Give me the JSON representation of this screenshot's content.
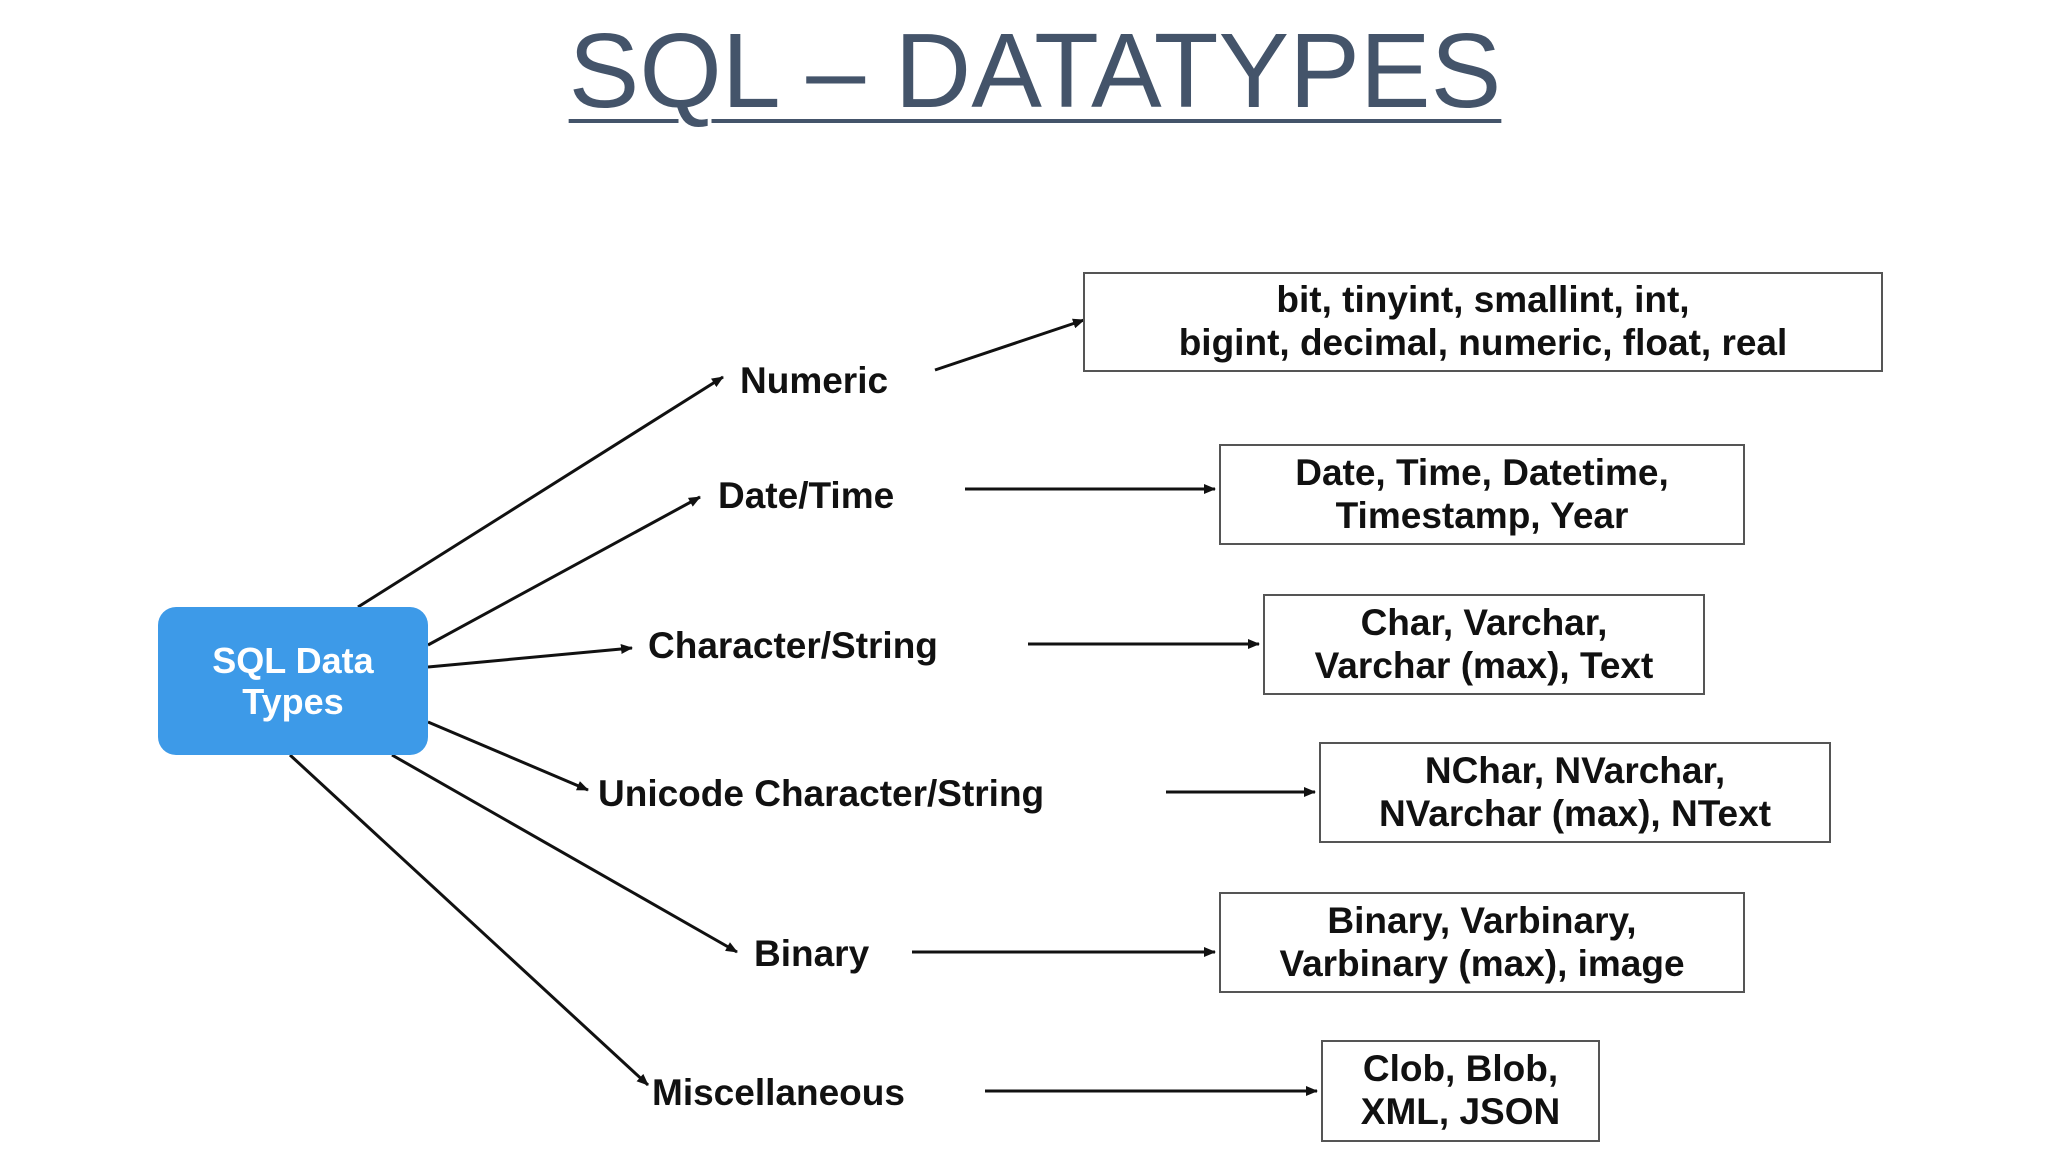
{
  "slide": {
    "title": "SQL – DATATYPES"
  },
  "diagram": {
    "root": {
      "label": "SQL Data\nTypes",
      "color": "#3d9ae8"
    },
    "categories": [
      {
        "label": "Numeric",
        "types": "bit, tinyint, smallint, int,\nbigint, decimal, numeric, float, real"
      },
      {
        "label": "Date/Time",
        "types": "Date, Time, Datetime,\nTimestamp, Year"
      },
      {
        "label": "Character/String",
        "types": "Char, Varchar,\nVarchar (max), Text"
      },
      {
        "label": "Unicode Character/String",
        "types": "NChar, NVarchar,\nNVarchar (max), NText"
      },
      {
        "label": "Binary",
        "types": "Binary, Varbinary,\nVarbinary (max), image"
      },
      {
        "label": "Miscellaneous",
        "types": "Clob, Blob,\nXML, JSON"
      }
    ]
  }
}
